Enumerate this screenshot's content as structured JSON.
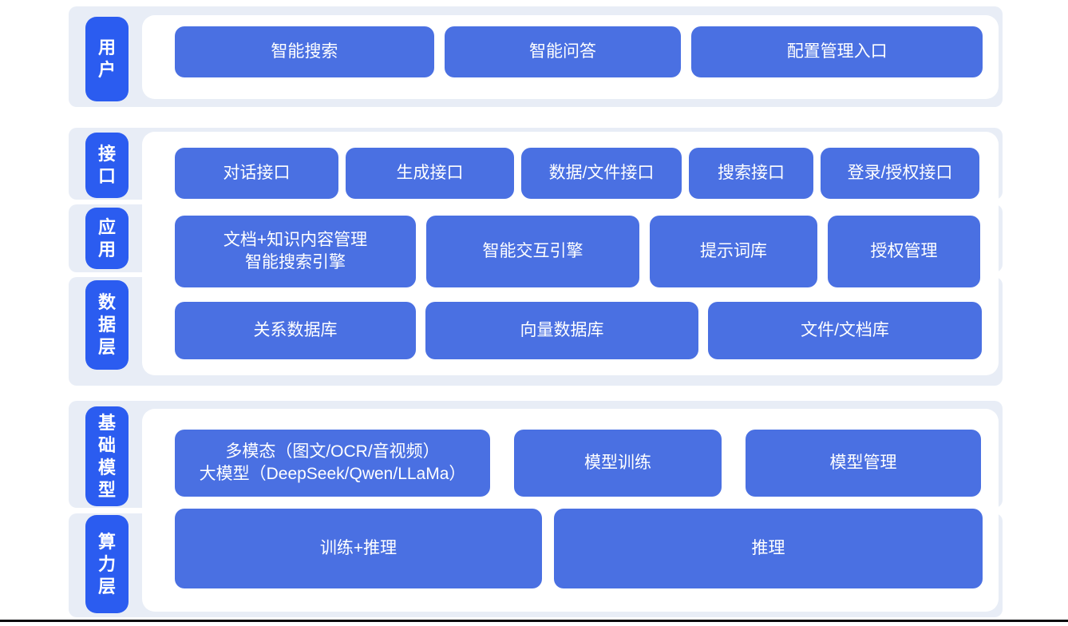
{
  "colors": {
    "page-bg": "#ffffff",
    "band-bg": "#e8edf6",
    "tab-blue": "#2b5cf0",
    "block-blue": "#4a70e2",
    "text": "#ffffff",
    "divider": "#0c0c0e"
  },
  "layers": [
    {
      "label": "用户",
      "buttons": [
        "智能搜索",
        "智能问答",
        "配置管理入口"
      ]
    },
    {
      "label": "接口",
      "buttons": [
        "对话接口",
        "生成接口",
        "数据/文件接口",
        "搜索接口",
        "登录/授权接口"
      ]
    },
    {
      "label": "应用",
      "buttons": [
        "文档+知识内容管理\n智能搜索引擎",
        "智能交互引擎",
        "提示词库",
        "授权管理"
      ]
    },
    {
      "label": "数据层",
      "buttons": [
        "关系数据库",
        "向量数据库",
        "文件/文档库"
      ]
    },
    {
      "label": "基础模型",
      "buttons": [
        "多模态（图文/OCR/音视频）\n大模型（DeepSeek/Qwen/LLaMa）",
        "模型训练",
        "模型管理"
      ]
    },
    {
      "label": "算力层",
      "buttons": [
        "训练+推理",
        "推理"
      ]
    }
  ]
}
